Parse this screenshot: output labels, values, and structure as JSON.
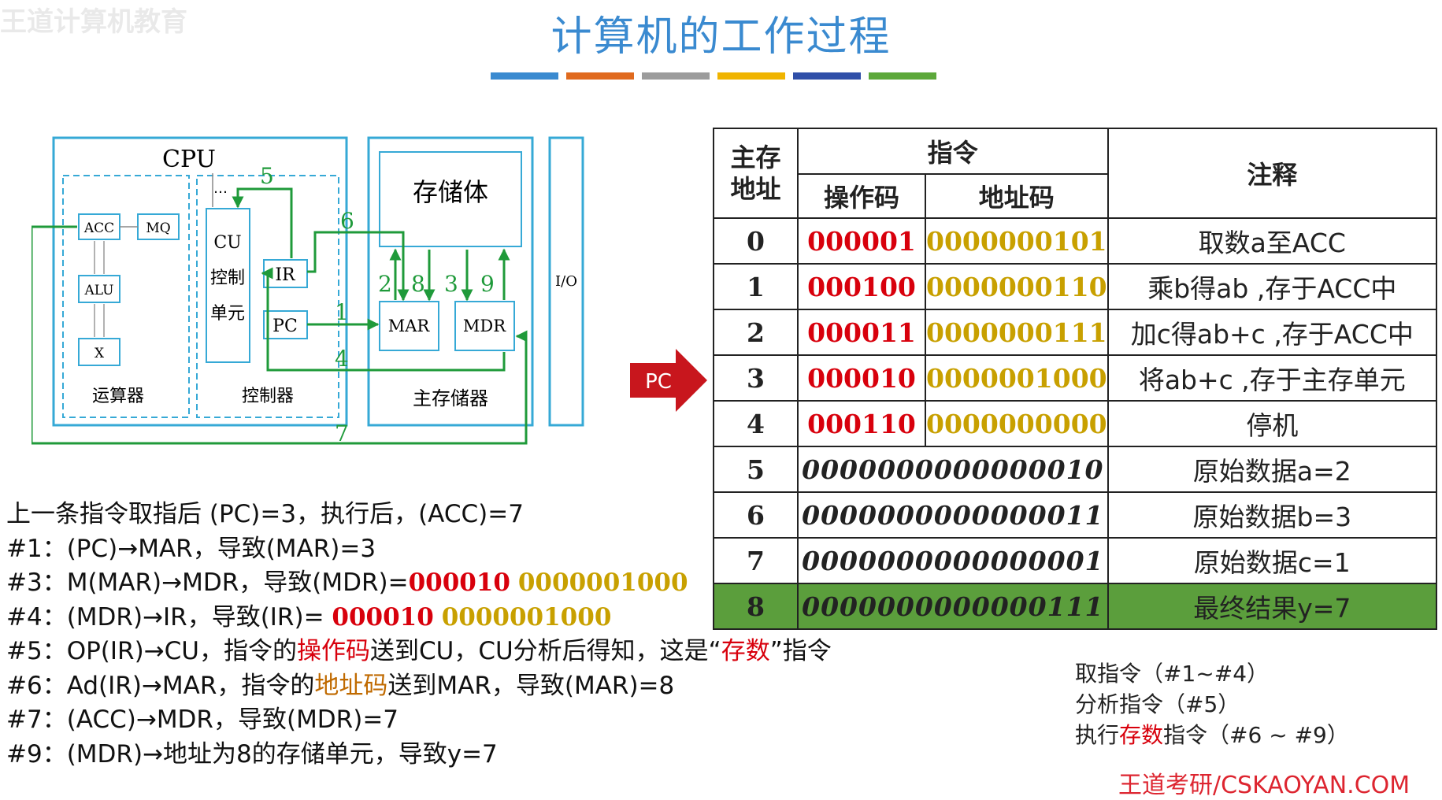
{
  "watermark": "王道计算机教育",
  "title": "计算机的工作过程",
  "colorbar": [
    "#3a8ad0",
    "#e06a1e",
    "#9c9c9c",
    "#f0b400",
    "#2f4fa8",
    "#5ca83a"
  ],
  "diagram": {
    "cpu_label": "CPU",
    "acc": "ACC",
    "mq": "MQ",
    "alu": "ALU",
    "x": "X",
    "alu_group": "运算器",
    "cu_line1": "CU",
    "cu_line2": "控制",
    "cu_line3": "单元",
    "dots": "…",
    "ir": "IR",
    "pc": "PC",
    "ctrl_group": "控制器",
    "storage": "存储体",
    "mar": "MAR",
    "mdr": "MDR",
    "mem_group": "主存储器",
    "io": "I/O",
    "step_labels": {
      "s1": "1",
      "s2": "2",
      "s3": "3",
      "s4": "4",
      "s5": "5",
      "s6": "6",
      "s7": "7",
      "s8": "8",
      "s9": "9"
    }
  },
  "pc_pointer": "PC",
  "table": {
    "h_addr": "主存\n地址",
    "h_instr": "指令",
    "h_opcode": "操作码",
    "h_addrcode": "地址码",
    "h_note": "注释",
    "rows": [
      {
        "addr": "0",
        "op": "000001",
        "ad": "0000000101",
        "note": "取数a至ACC"
      },
      {
        "addr": "1",
        "op": "000100",
        "ad": "0000000110",
        "note": "乘b得ab ,存于ACC中"
      },
      {
        "addr": "2",
        "op": "000011",
        "ad": "0000000111",
        "note": "加c得ab+c ,存于ACC中"
      },
      {
        "addr": "3",
        "op": "000010",
        "ad": "0000001000",
        "note": "将ab+c ,存于主存单元"
      },
      {
        "addr": "4",
        "op": "000110",
        "ad": "0000000000",
        "note": "停机"
      },
      {
        "addr": "5",
        "data": "0000000000000010",
        "note": "原始数据a=2"
      },
      {
        "addr": "6",
        "data": "0000000000000011",
        "note": "原始数据b=3"
      },
      {
        "addr": "7",
        "data": "0000000000000001",
        "note": "原始数据c=1"
      },
      {
        "addr": "8",
        "data": "0000000000000111",
        "note": "最终结果y=7"
      }
    ]
  },
  "steps": {
    "intro": "上一条指令取指后 (PC)=3，执行后，(ACC)=7",
    "s1": "#1：(PC)→MAR，导致(MAR)=3",
    "s3_text": "#3：M(MAR)→MDR，导致(MDR)=",
    "s3_op": "000010",
    "s3_ad": "0000001000",
    "s4_text": "#4：(MDR)→IR，导致(IR)= ",
    "s4_op": "000010",
    "s4_ad": "0000001000",
    "s5_a": "#5：OP(IR)→CU，指令的",
    "s5_b": "操作码",
    "s5_c": "送到CU，CU分析后得知，这是“",
    "s5_d": "存数",
    "s5_e": "”指令",
    "s6_a": "#6：Ad(IR)→MAR，指令的",
    "s6_b": "地址码",
    "s6_c": "送到MAR，导致(MAR)=8",
    "s7": "#7：(ACC)→MDR，导致(MDR)=7",
    "s9": "#9：(MDR)→地址为8的存储单元，导致y=7"
  },
  "phases": {
    "fetch": "取指令（#1~#4）",
    "analyze": "分析指令（#5）",
    "exec_a": "执行",
    "exec_b": "存数",
    "exec_c": "指令（#6 ~ #9）"
  },
  "footer": "王道考研/CSKAOYAN.COM"
}
